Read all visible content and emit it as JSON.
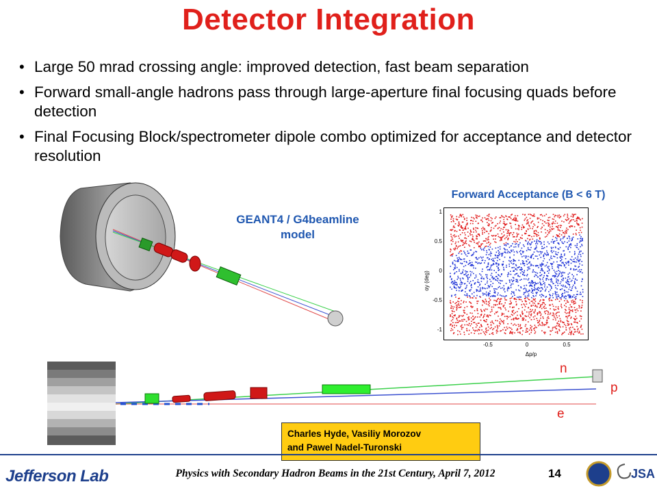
{
  "slide": {
    "title": "Detector Integration",
    "bullets": [
      "Large 50 mrad crossing angle: improved detection, fast beam separation",
      "Forward small-angle hadrons pass through large-aperture final focusing quads before detection",
      "Final Focusing Block/spectrometer dipole combo optimized for acceptance and detector resolution"
    ],
    "model_label_line1": "GEANT4 / G4beamline",
    "model_label_line2": "model",
    "forward_acceptance_title": "Forward Acceptance (B < 6 T)",
    "plot": {
      "ylabel": "αy (deg)",
      "xlabel": "Δp/p",
      "y_ticks": [
        "1",
        "0.5",
        "0",
        "-0.5",
        "-1"
      ],
      "x_ticks": [
        "-0.5",
        "0",
        "0.5"
      ]
    },
    "particle_labels": {
      "n": "n",
      "p": "p",
      "e": "e"
    },
    "credit_line1": "Charles Hyde, Vasiliy Morozov",
    "credit_line2": "and Pawel Nadel-Turonski",
    "footer_text": "Physics with Secondary Hadron Beams in the 21st Century, April 7, 2012",
    "page_number": "14",
    "logo_text": "Jefferson Lab",
    "jsa_text": "JSA",
    "colors": {
      "title": "#e0201b",
      "label": "#1f57b0",
      "credit_bg": "#ffcc11",
      "footer_blue": "#1d3f8c"
    }
  }
}
